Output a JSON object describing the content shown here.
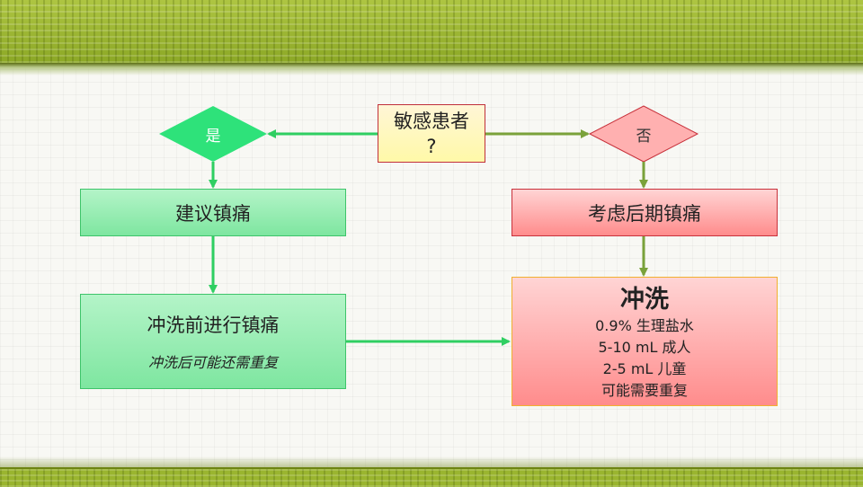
{
  "flowchart": {
    "question": {
      "title": "敏感患者",
      "mark": "?"
    },
    "yes_label": "是",
    "no_label": "否",
    "suggest_box": {
      "text": "建议镇痛"
    },
    "pre_rinse_box": {
      "title": "冲洗前进行镇痛",
      "note": "冲洗后可能还需重复"
    },
    "later_box": {
      "text": "考虑后期镇痛"
    },
    "rinse_box": {
      "title": "冲洗",
      "lines": [
        "0.9% 生理盐水",
        "5-10 mL 成人",
        "2-5 mL 儿童",
        "可能需要重复"
      ]
    }
  },
  "colors": {
    "green_fill": "#2ee27a",
    "green_arrow": "#2fcf62",
    "olive_arrow": "#7aa23a",
    "red_fill": "#ff8a8a",
    "red_border": "#c8323c",
    "band_green": "#9ab52f"
  }
}
